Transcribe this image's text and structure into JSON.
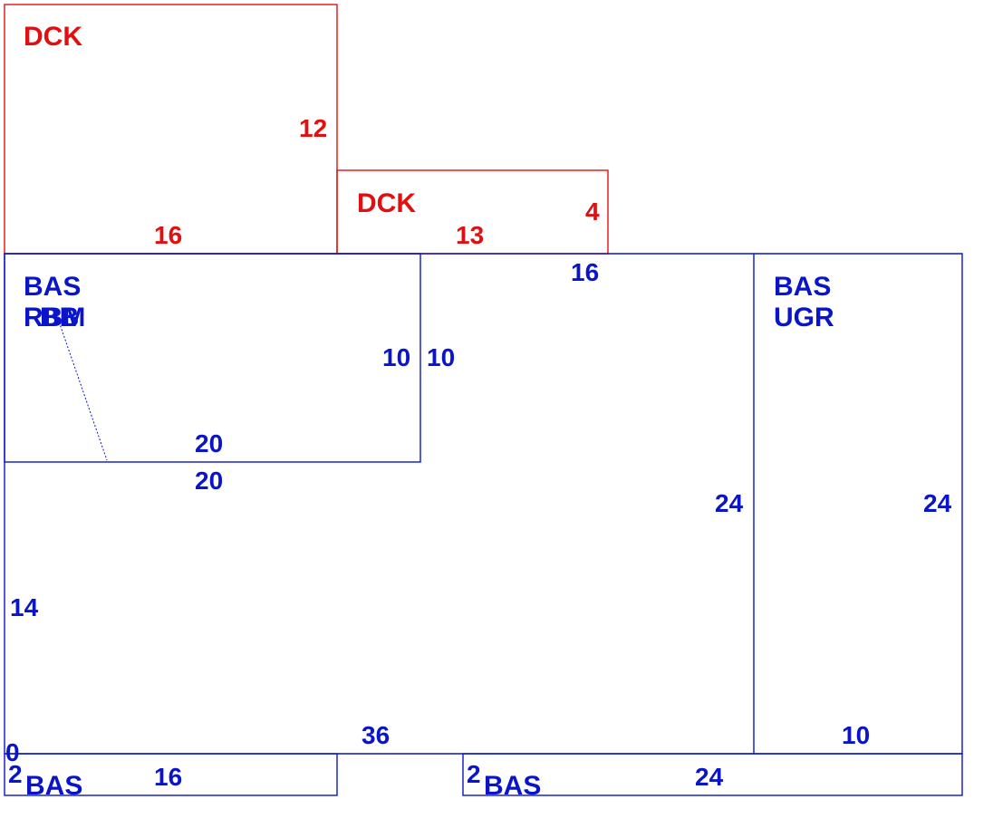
{
  "colors": {
    "deck": "#e01010",
    "basement": "#0a14c8"
  },
  "areas": {
    "deck_upper": {
      "code": "DCK"
    },
    "deck_lower": {
      "code": "DCK"
    },
    "bas_rbm": {
      "code": "BAS",
      "sub": "RBM",
      "sub_overlap": "BB"
    },
    "bas_ugr": {
      "code": "BAS",
      "sub": "UGR"
    },
    "bas_strip_left": {
      "code": "BAS"
    },
    "bas_strip_right": {
      "code": "BAS"
    }
  },
  "dimensions": {
    "deck_upper_side": "12",
    "deck_upper_bottom": "16",
    "deck_lower_side": "4",
    "deck_lower_bottom": "13",
    "main_top": "16",
    "rbm_side": "10",
    "main_inner_side": "10",
    "rbm_bottom": "20",
    "main_step": "20",
    "main_right": "24",
    "ugr_right": "24",
    "main_left": "14",
    "main_bottom": "36",
    "ugr_bottom": "10",
    "zero_mark": "0",
    "strip_left_side": "2",
    "strip_left_length": "16",
    "strip_right_side": "2",
    "strip_right_length": "24"
  }
}
